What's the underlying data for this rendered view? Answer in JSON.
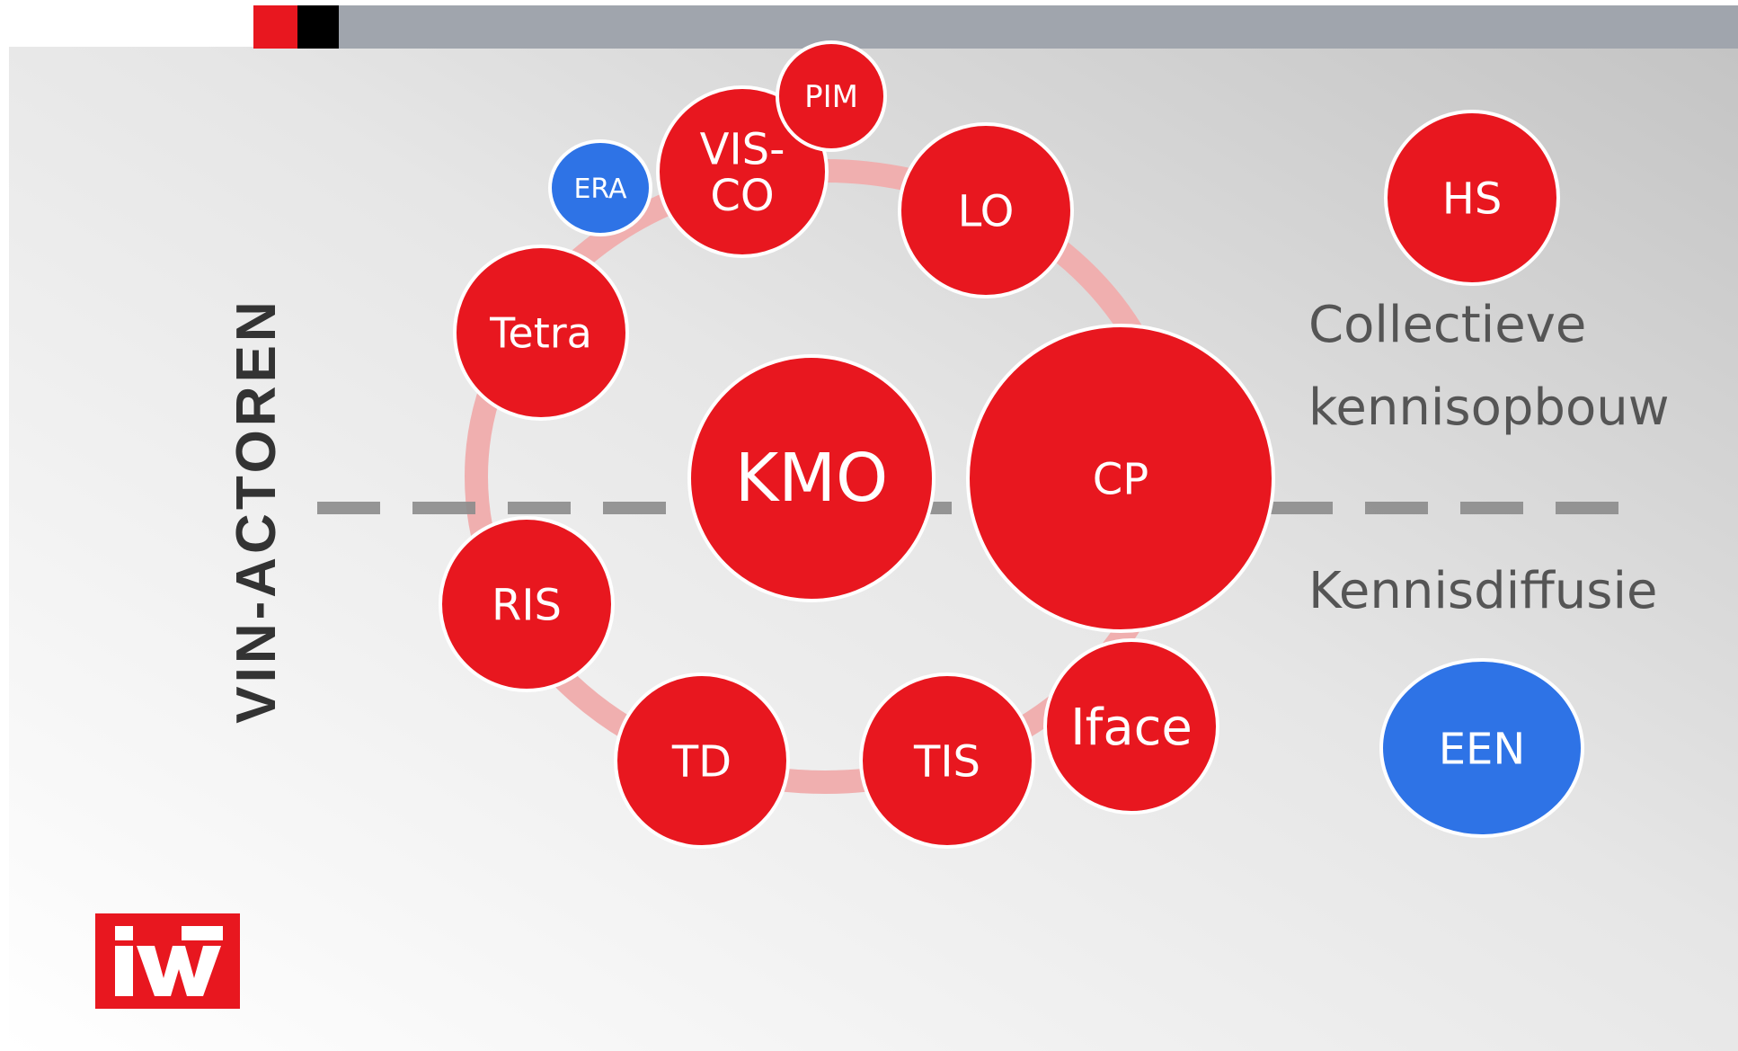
{
  "diagram": {
    "vertical_title": "VIN-ACTOREN",
    "labels": {
      "upper": [
        "Collectieve",
        "kennisopbouw"
      ],
      "lower": "Kennisdiffusie"
    },
    "center": {
      "label": "KMO"
    },
    "nodes": [
      {
        "id": "era",
        "label": "ERA",
        "kind": "blue"
      },
      {
        "id": "visco",
        "label": "VIS-\nCO",
        "kind": "red"
      },
      {
        "id": "pim",
        "label": "PIM",
        "kind": "red"
      },
      {
        "id": "lo",
        "label": "LO",
        "kind": "red"
      },
      {
        "id": "tetra",
        "label": "Tetra",
        "kind": "red"
      },
      {
        "id": "cp",
        "label": "CP",
        "kind": "red"
      },
      {
        "id": "ris",
        "label": "RIS",
        "kind": "red"
      },
      {
        "id": "td",
        "label": "TD",
        "kind": "red"
      },
      {
        "id": "tis",
        "label": "TIS",
        "kind": "red"
      },
      {
        "id": "iface",
        "label": "Iface",
        "kind": "red"
      },
      {
        "id": "hs",
        "label": "HS",
        "kind": "red"
      },
      {
        "id": "een",
        "label": "EEN",
        "kind": "blue"
      }
    ],
    "logo_text": "IWT"
  },
  "colors": {
    "red": "#E8171F",
    "blue": "#2E73E6",
    "ring": "#F0AFAF",
    "dash": "#8C8C8C",
    "top_bar": "#A0A5AD",
    "title": "#333333",
    "side_text": "#555555"
  }
}
